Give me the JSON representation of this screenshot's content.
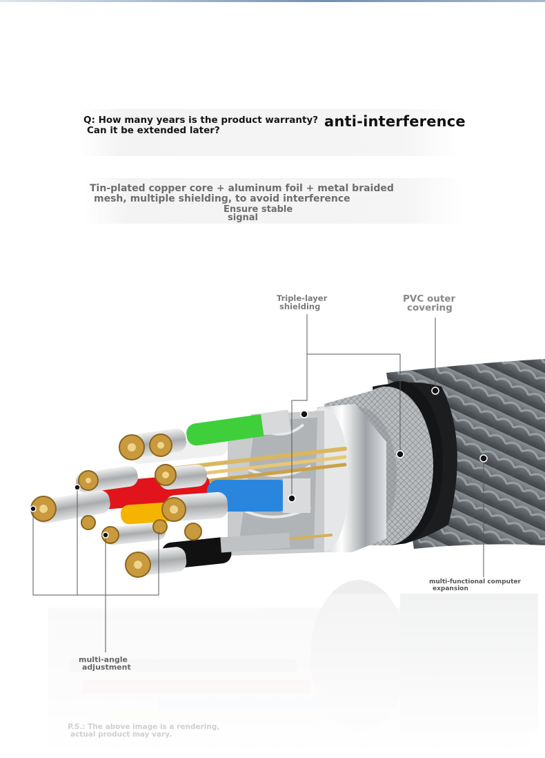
{
  "question": {
    "line1": "Q: How many years is the product warranty?",
    "line2": "Can it be extended later?"
  },
  "headline": "anti-interference",
  "description": {
    "line1": "Tin-plated copper core + aluminum foil + metal braided",
    "line2": "mesh, multiple shielding, to avoid interference",
    "line3": "Ensure stable",
    "line4": "signal"
  },
  "callouts": {
    "shielding": {
      "line1": "Triple-layer",
      "line2": "shielding"
    },
    "pvc": {
      "line1": "PVC outer",
      "line2": "covering"
    },
    "expansion": {
      "line1": "multi-functional computer",
      "line2": "expansion"
    },
    "adjustment": {
      "line1": "multi-angle",
      "line2": "adjustment"
    }
  },
  "disclaimer": {
    "line1": "P.S.: The above image is a rendering,",
    "line2": "actual product may vary."
  },
  "colors": {
    "wire_green": "#3fcf3a",
    "wire_red": "#e0141a",
    "wire_blue": "#2a86dd",
    "wire_yellow": "#f5b400",
    "wire_black": "#111111",
    "copper_core": "#c9993d",
    "braid": "#6f7478"
  }
}
